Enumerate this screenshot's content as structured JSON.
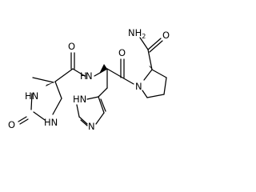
{
  "structure": {
    "atoms": {
      "ring_o": "O",
      "ring_nh": "HN",
      "amide1_o": "O",
      "amide1_nh": "N",
      "amide1_h": "H",
      "pro_amide_o": "O",
      "pro_nh2_o": "O",
      "pro_n": "N",
      "imid_n_h": "HN",
      "imid_n": "N",
      "amide2_nh2": "NH2"
    },
    "labels": {
      "nh2_main": "NH",
      "nh2_sub": "2"
    }
  },
  "colors": {
    "bond": "#000000",
    "background": "#ffffff"
  }
}
